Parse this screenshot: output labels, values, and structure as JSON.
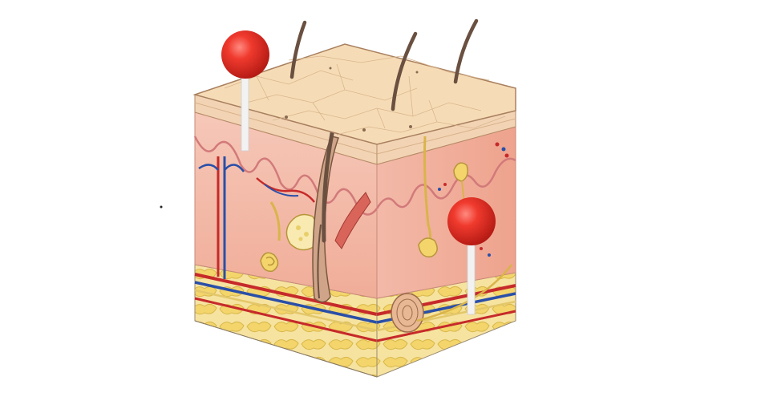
{
  "diagram": {
    "subject": "skin-cross-section",
    "layers": [
      "epidermis",
      "dermis",
      "hypodermis"
    ],
    "markers": [
      {
        "id": "marker-1",
        "color": "#e32b22",
        "target": "epidermis"
      },
      {
        "id": "marker-2",
        "color": "#e32b22",
        "target": "dermis"
      }
    ],
    "colors": {
      "epidermis_top": "#f4d7b0",
      "dermis": "#f2b6a4",
      "fat": "#f4dc7a",
      "artery": "#c62a2a",
      "vein": "#2a4fa8",
      "nerve": "#e3c76a",
      "hair": "#6a5040",
      "marker": "#e32b22"
    }
  }
}
